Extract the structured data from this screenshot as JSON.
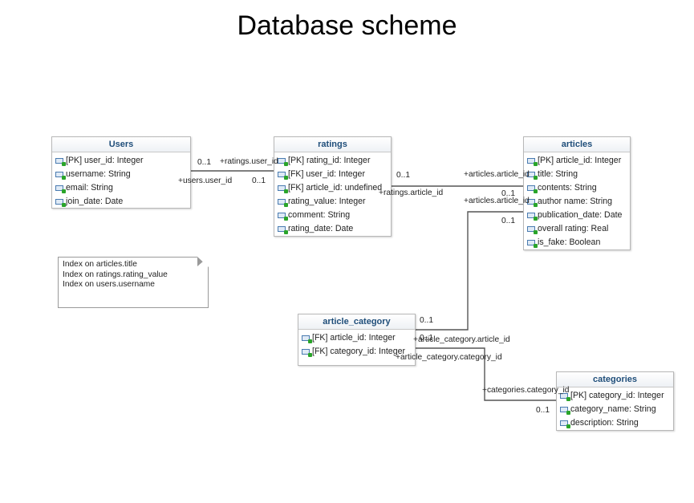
{
  "title": "Database scheme",
  "entities": {
    "users": {
      "name": "Users",
      "attrs": [
        "[PK] user_id: Integer",
        "username: String",
        "email: String",
        "join_date: Date"
      ]
    },
    "ratings": {
      "name": "ratings",
      "attrs": [
        "[PK] rating_id: Integer",
        "[FK] user_id: Integer",
        "[FK] article_id: undefined",
        "rating_value: Integer",
        "comment: String",
        "rating_date: Date"
      ]
    },
    "articles": {
      "name": "articles",
      "attrs": [
        "[PK] article_id: Integer",
        "title: String",
        "contents: String",
        "author name: String",
        "publication_date: Date",
        "overall rating: Real",
        "is_fake: Boolean"
      ]
    },
    "article_category": {
      "name": "article_category",
      "attrs": [
        "[FK] article_id: Integer",
        "[FK] category_id: Integer"
      ]
    },
    "categories": {
      "name": "categories",
      "attrs": [
        "[PK] category_id: Integer",
        "category_name: String",
        "description: String"
      ]
    }
  },
  "note": {
    "lines": [
      "Index on articles.title",
      "Index on ratings.rating_value",
      "Index on users.username"
    ]
  },
  "relations": {
    "users_ratings": {
      "mult_left": "0..1",
      "role_top": "+ratings.user_id",
      "role_bottom": "+users.user_id",
      "mult_right": "0..1"
    },
    "ratings_articles": {
      "mult_left": "0..1",
      "role_left": "+ratings.article_id",
      "role_right": "+articles.article_id",
      "mult_right": "0..1"
    },
    "articles_article_category": {
      "role_articles": "+articles.article_id",
      "mult_articles": "0..1",
      "mult_ac": "0..1",
      "role_ac": "+article_category.article_id"
    },
    "article_category_categories": {
      "mult_ac": "0..1",
      "role_ac": "+article_category.category_id",
      "role_cat": "+categories.category_id",
      "mult_cat": "0..1"
    }
  }
}
